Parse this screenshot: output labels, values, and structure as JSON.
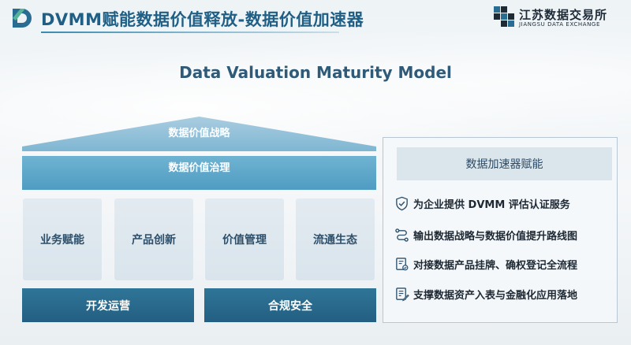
{
  "header": {
    "title": "DVMM赋能数据价值释放-数据价值加速器",
    "brand_name": "江苏数据交易所",
    "brand_subtitle": "JIANGSU DATA EXCHANGE"
  },
  "model": {
    "title": "Data Valuation Maturity Model",
    "strategy": "数据价值战略",
    "governance": "数据价值治理",
    "pillars": [
      "业务赋能",
      "产品创新",
      "价值管理",
      "流通生态"
    ],
    "foundations": [
      "开发运营",
      "合规安全"
    ]
  },
  "panel": {
    "heading": "数据加速器赋能",
    "items": [
      {
        "icon": "shield-check-icon",
        "text": "为企业提供 DVMM 评估认证服务"
      },
      {
        "icon": "route-icon",
        "text": "输出数据战略与数据价值提升路线图"
      },
      {
        "icon": "document-stamp-icon",
        "text": "对接数据产品挂牌、确权登记全流程"
      },
      {
        "icon": "document-edit-icon",
        "text": "支撑数据资产入表与金融化应用落地"
      }
    ]
  },
  "colors": {
    "brand_blue": "#1f5f86",
    "governance_blue": "#5aa6cb",
    "foundation_blue": "#2a6b8f",
    "logo_green": "#56b49a"
  }
}
